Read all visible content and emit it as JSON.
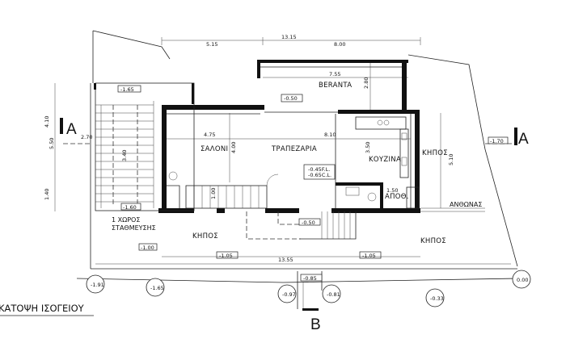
{
  "drawing": {
    "title": "ΚΑΤΟΨΗ ΙΣΟΓΕΙΟΥ",
    "rooms": {
      "veranta": "BERANTA",
      "saloni": "ΣΑΛΟΝΙ",
      "trapezaria": "ΤΡΑΠΕΖΑΡΙΑ",
      "kouzina": "ΚΟΥΖΙΝΑ",
      "kipos_right": "ΚΗΠΟΣ",
      "kipos_bottom_left": "ΚΗΠΟΣ",
      "kipos_bottom_right": "ΚΗΠΟΣ",
      "apothiki": "ΑΠΟΘ.",
      "anthonas": "ΑΝΘΩΝΑΣ",
      "parking_line1": "1 ΧΩΡΟΣ",
      "parking_line2": "ΣΤΑΘΜΕΥΣΗΣ"
    },
    "sections": {
      "a_left": "A",
      "a_right": "A",
      "b": "B"
    },
    "dimensions": {
      "top_total": "13.15",
      "top_left": "5.15",
      "top_right": "8.00",
      "veranta_width": "7.55",
      "veranta_depth": "2.80",
      "saloni_width": "4.75",
      "saloni_depth": "4.00",
      "living_length": "8.10",
      "kitchen_depth": "3.50",
      "right_side": "5.10",
      "left_side_1": "4.10",
      "left_side_2": "5.50",
      "left_side_3": "1.40",
      "left_small": "2.70",
      "parking_width": "3.40",
      "stair": "1.00",
      "apoth": "1.50",
      "bottom_total": "13.55"
    },
    "levels": {
      "veranta": "-0.50",
      "parking_top": "-1.65",
      "parking_bottom": "-1.60",
      "floor_line1": "-0.45F.L.",
      "floor_line2": "-0.65C.L.",
      "entrance": "-0.50",
      "right_yard": "-1.70",
      "garden_left": "-1.00",
      "garden_mid": "-1.05",
      "garden_right": "-1.05",
      "lower_walk": "-0.85",
      "c_-1.91": "-1.91",
      "c_-1.65": "-1.65",
      "c_-0.97": "-0.97",
      "c_-0.81": "-0.81",
      "c_-0.33": "-0.33",
      "c_0.00": "0.00"
    }
  }
}
